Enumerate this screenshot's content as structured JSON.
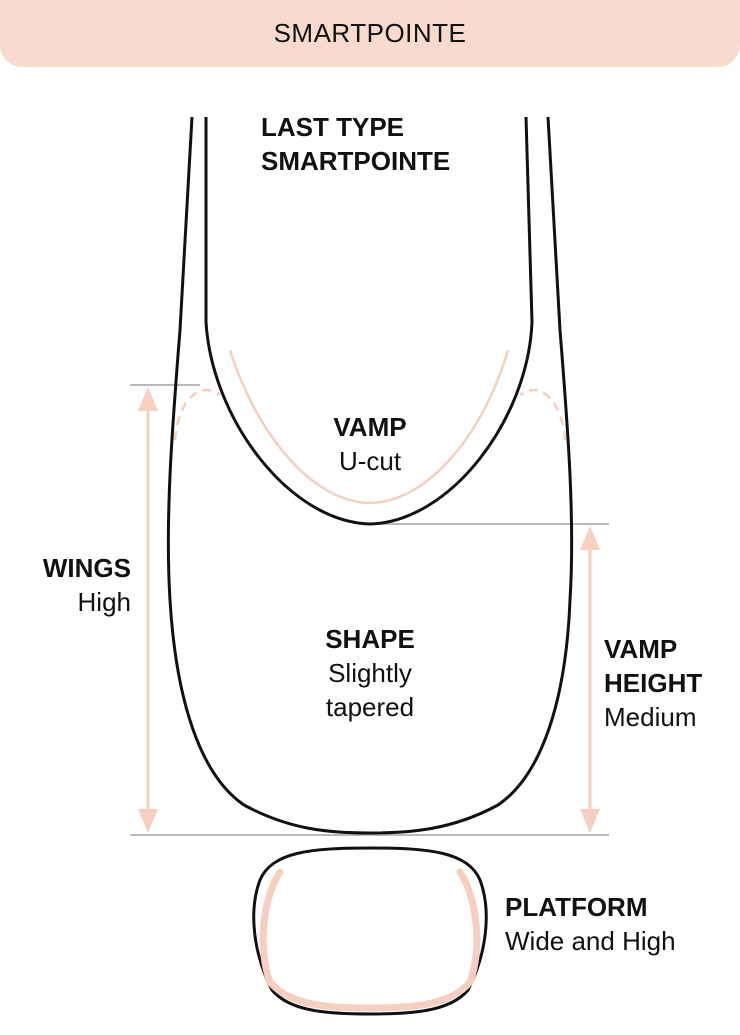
{
  "header": {
    "title": "SMARTPOINTE"
  },
  "labels": {
    "last_type": {
      "title_line1": "LAST TYPE",
      "title_line2": "SMARTPOINTE"
    },
    "vamp": {
      "title": "VAMP",
      "value": "U-cut"
    },
    "wings": {
      "title": "WINGS",
      "value": "High"
    },
    "shape": {
      "title": "SHAPE",
      "value_line1": "Slightly",
      "value_line2": "tapered"
    },
    "vamp_height": {
      "title_line1": "VAMP",
      "title_line2": "HEIGHT",
      "value": "Medium"
    },
    "platform": {
      "title": "PLATFORM",
      "value": "Wide and High"
    }
  },
  "colors": {
    "header_bg": "#f9dace",
    "accent_peach": "#f6cfc0",
    "outline": "#111111",
    "guide_line": "#b9b9b9"
  }
}
